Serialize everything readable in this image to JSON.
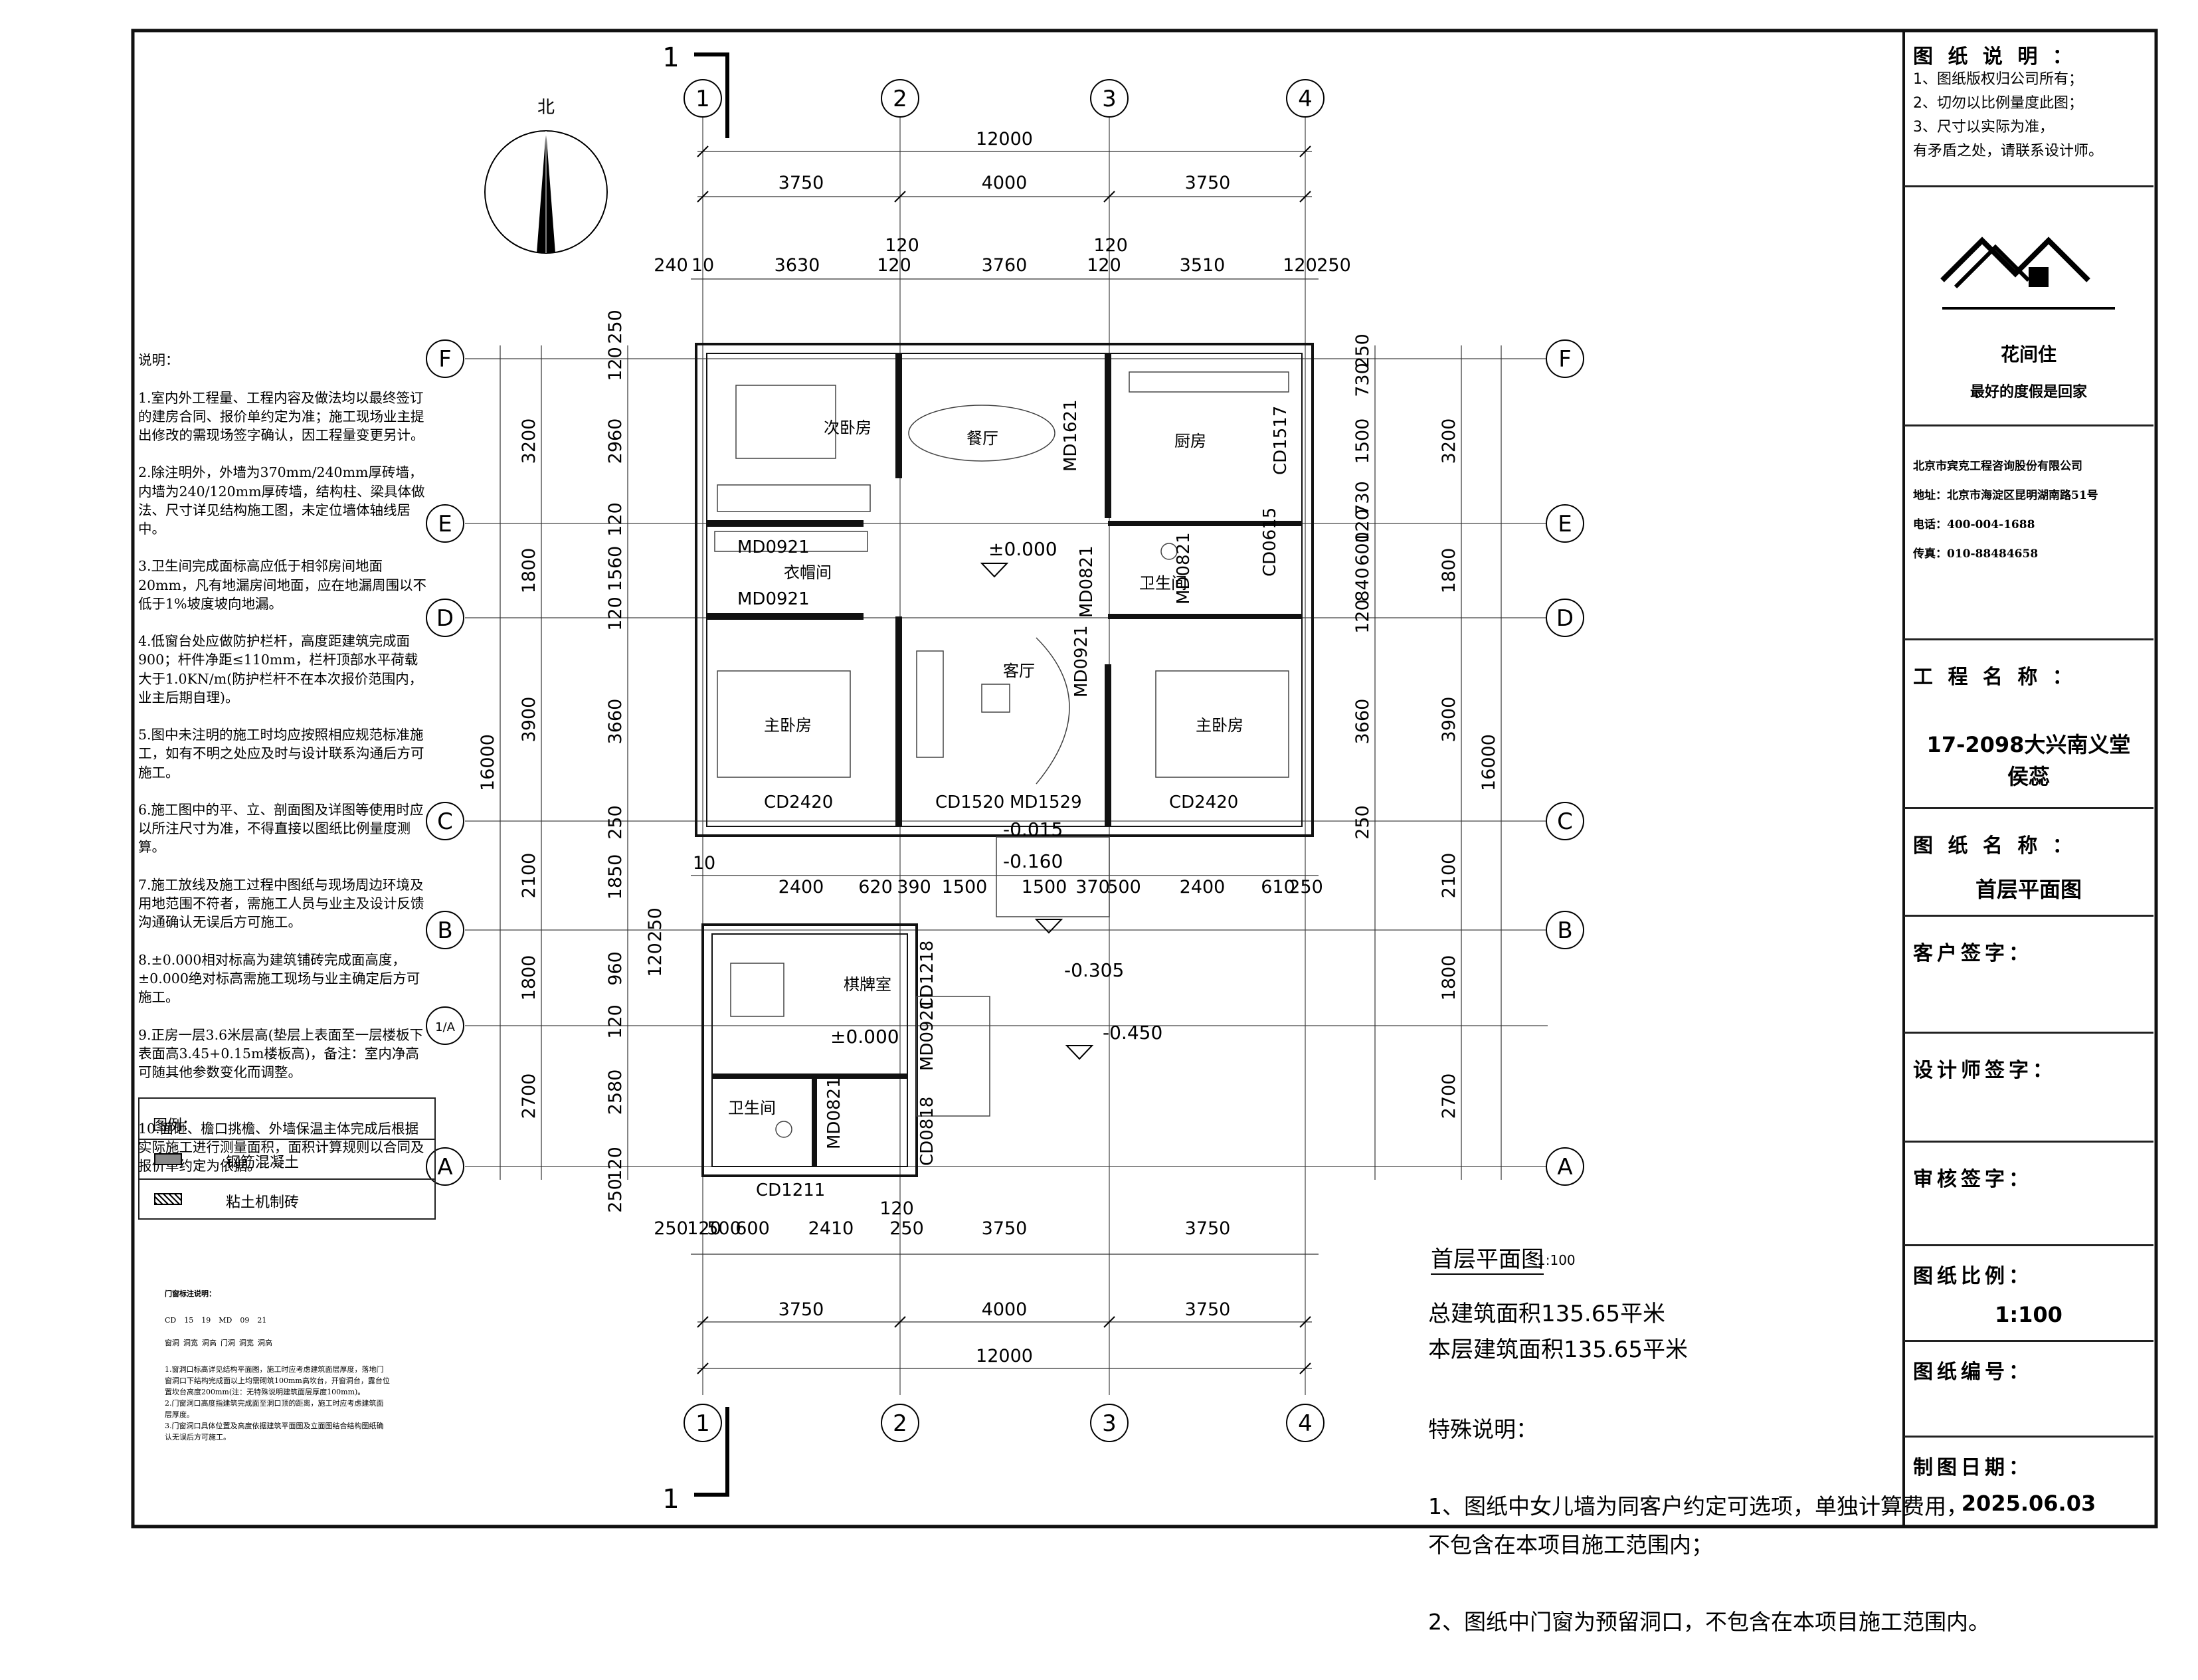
{
  "north_label": "北",
  "section_mark": "1",
  "axis_columns": [
    "1",
    "2",
    "3",
    "4"
  ],
  "axis_rows": [
    "F",
    "E",
    "D",
    "C",
    "B",
    "1/A",
    "A"
  ],
  "dimensions": {
    "top_total": "12000",
    "top_bays": [
      "3750",
      "4000",
      "3750"
    ],
    "top_detail": [
      "240",
      "10",
      "3630",
      "120",
      "120",
      "3760",
      "120",
      "120",
      "3510",
      "120",
      "250"
    ],
    "bottom_detail": [
      "250",
      "120",
      "500",
      "600",
      "2410",
      "120",
      "250",
      "3750",
      "3750"
    ],
    "bottom_bays": [
      "3750",
      "4000",
      "3750"
    ],
    "bottom_total": "12000",
    "left_total": "16000",
    "left_bays": [
      "3200",
      "1800",
      "3900",
      "2100",
      "1800",
      "2700"
    ],
    "left_inner": [
      "250",
      "120",
      "2960",
      "120",
      "1560",
      "120",
      "3660",
      "250",
      "1850",
      "120",
      "250",
      "960",
      "120",
      "2580",
      "120",
      "250"
    ],
    "right_total": "16000",
    "right_bays": [
      "3200",
      "1800",
      "3900",
      "2100",
      "1800",
      "2700"
    ],
    "right_inner": [
      "250",
      "730",
      "1500",
      "730",
      "120",
      "600",
      "840",
      "120",
      "3660",
      "250"
    ],
    "mid_row": [
      "10",
      "2400",
      "620",
      "390",
      "1500",
      "1500",
      "370",
      "500",
      "2400",
      "610",
      "250"
    ]
  },
  "rooms": {
    "second_bedroom": "次卧房",
    "dining": "餐厅",
    "kitchen": "厨房",
    "cloakroom": "衣帽间",
    "bathroom_upper": "卫生间",
    "living": "客厅",
    "master_left": "主卧房",
    "master_right": "主卧房",
    "chess_room": "棋牌室",
    "bathroom_lower": "卫生间"
  },
  "openings": {
    "md0921_a": "MD0921",
    "md0921_b": "MD0921",
    "md0921_c": "MD0921",
    "md0921_d": "MD0921",
    "md1621": "MD1621",
    "md0821_a": "MD0821",
    "md0821_b": "MD0821",
    "md0821_c": "MD0821",
    "md1529": "MD1529",
    "cd1517": "CD1517",
    "cd0615": "CD0615",
    "cd2420_a": "CD2420",
    "cd2420_b": "CD2420",
    "cd1520": "CD1520",
    "cd1218": "CD1218",
    "cd0818": "CD0818",
    "cd1211": "CD1211"
  },
  "levels": {
    "main": "±0.000",
    "lower_1": "-0.015",
    "lower_2": "-0.160",
    "lower_3": "-0.305",
    "lower_4": "-0.450",
    "annex": "±0.000"
  },
  "notes": {
    "heading": "说明：",
    "items": [
      "1.室内外工程量、工程内容及做法均以最终签订的建房合同、报价单约定为准；施工现场业主提出修改的需现场签字确认，因工程量变更另计。",
      "2.除注明外，外墙为370mm/240mm厚砖墙，内墙为240/120mm厚砖墙，结构柱、梁具体做法、尺寸详见结构施工图，未定位墙体轴线居中。",
      "3.卫生间完成面标高应低于相邻房间地面20mm，凡有地漏房间地面，应在地漏周围以不低于1%坡度坡向地漏。",
      "4.低窗台处应做防护栏杆，高度距建筑完成面900；杆件净距≤110mm，栏杆顶部水平荷载大于1.0KN/m(防护栏杆不在本次报价范围内，业主后期自理)。",
      "5.图中未注明的施工时均应按照相应规范标准施工，如有不明之处应及时与设计联系沟通后方可施工。",
      "6.施工图中的平、立、剖面图及详图等使用时应以所注尺寸为准，不得直接以图纸比例量度测算。",
      "7.施工放线及施工过程中图纸与现场周边环境及用地范围不符者，需施工人员与业主及设计反馈沟通确认无误后方可施工。",
      "8.±0.000相对标高为建筑铺砖完成面高度，±0.000绝对标高需施工现场与业主确定后方可施工。",
      "9.正房一层3.6米层高(垫层上表面至一层楼板下表面高3.45+0.15m楼板高)，备注：室内净高可随其他参数变化而调整。",
      "",
      "10.面砸、檐口挑檐、外墙保温主体完成后根据实际施工进行测量面积，面积计算规则以合同及报价单约定为依据。"
    ]
  },
  "legend": {
    "title": "图例：",
    "concrete": "钢筋混凝土",
    "brick": "粘土机制砖"
  },
  "door_legend": {
    "title": "门窗标注说明：",
    "codes": [
      "CD",
      "15",
      "19",
      "MD",
      "09",
      "21"
    ],
    "captions": [
      "窗洞",
      "洞宽",
      "洞高",
      "门洞",
      "洞宽",
      "洞高"
    ],
    "notes": "1.窗洞口标高详见结构平面图，施工时应考虑建筑面层厚度，落地门窗洞口下结构完成面以上均需砌筑100mm高坎台，开窗洞台，露台位置坎台高度200mm(注：无特殊说明建筑面层厚度100mm)。\n2.门窗洞口高度指建筑完成面至洞口顶的距离，施工时应考虑建筑面层厚度。\n3.门窗洞口具体位置及高度依据建筑平面图及立面图结合结构图纸确认无误后方可施工。"
  },
  "plan": {
    "title": "首层平面图",
    "scale": "1:100",
    "total_area": "总建筑面积135.65平米",
    "floor_area": "本层建筑面积135.65平米",
    "special_heading": "特殊说明：",
    "special_1": "1、图纸中女儿墙为同客户约定可选项，单独计算费用，\n      不包含在本项目施工范围内；",
    "special_2": "2、图纸中门窗为预留洞口，不包含在本项目施工范围内。"
  },
  "title_block": {
    "notes_heading": "图 纸 说 明 ：",
    "notes": [
      "1、图纸版权归公司所有；",
      "2、切勿以比例量度此图；",
      "3、尺寸以实际为准，",
      "有矛盾之处，请联系设计师。"
    ],
    "logo_name": "花间住",
    "logo_slogan": "最好的度假是回家",
    "company": "北京市宾克工程咨询股份有限公司",
    "address": "地址：北京市海淀区昆明湖南路51号",
    "phone": "电话：400-004-1688",
    "fax": "传真：010-88484658",
    "project_label": "工 程 名 称 ：",
    "project_value": "17-2098大兴南义堂",
    "project_value_2": "侯蕊",
    "drawing_label": "图 纸 名 称 ：",
    "drawing_value": "首层平面图",
    "client_sign": "客户签字：",
    "designer_sign": "设计师签字：",
    "review_sign": "审核签字：",
    "scale_label": "图纸比例：",
    "scale_value": "1:100",
    "number_label": "图纸编号：",
    "date_label": "制图日期：",
    "date_value": "2025.06.03"
  }
}
